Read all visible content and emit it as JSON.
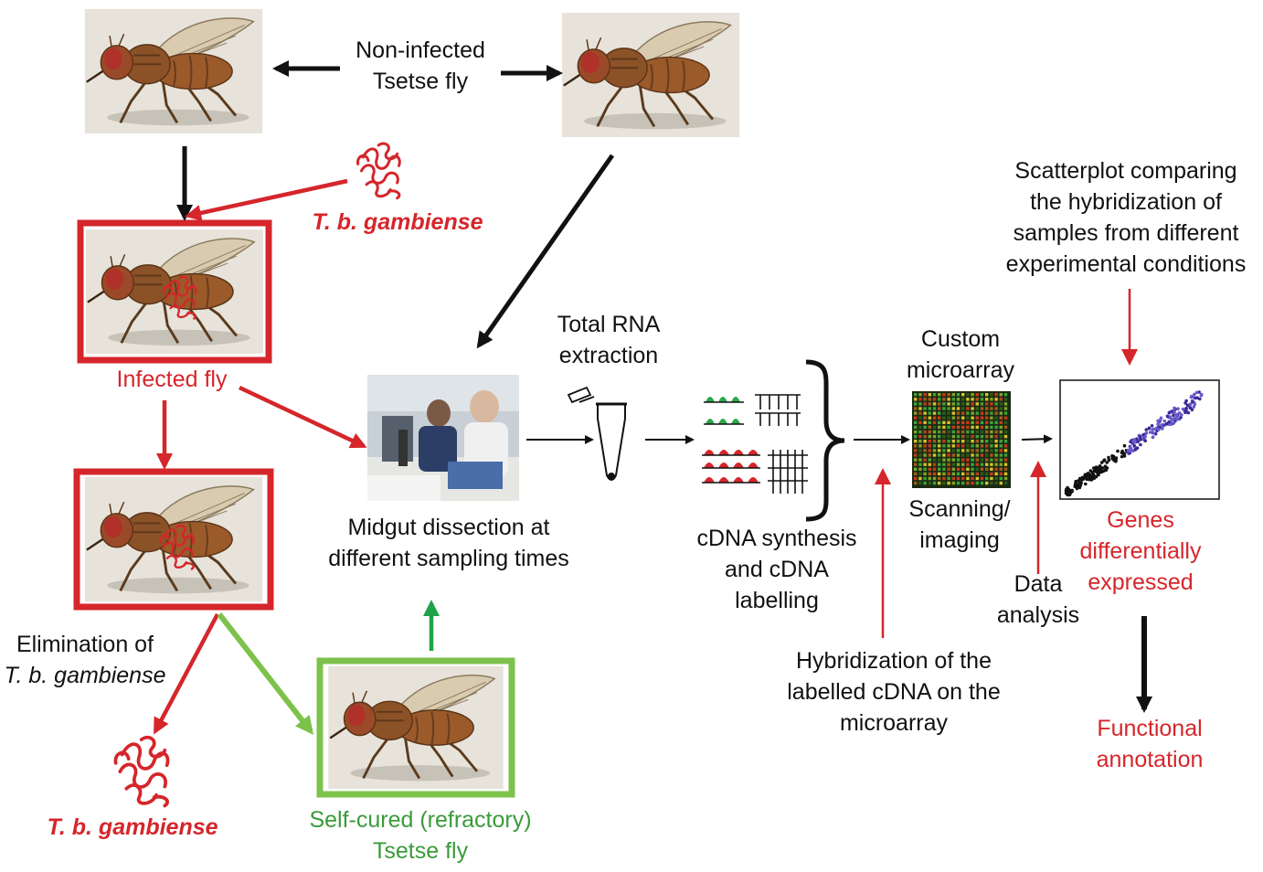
{
  "colors": {
    "red": "#d5262b",
    "green": "#7dc24b",
    "green_text": "#3a9b3a",
    "black": "#111111"
  },
  "labels": {
    "non_infected": [
      "Non-infected",
      "Tsetse fly"
    ],
    "tbg_top": "T. b. gambiense",
    "infected": "Infected fly",
    "elimination": [
      "Elimination of",
      "T. b. gambiense"
    ],
    "tbg_bottom": "T. b. gambiense",
    "self_cured": [
      "Self-cured (refractory)",
      "Tsetse fly"
    ],
    "midgut": [
      "Midgut dissection at",
      "different sampling times"
    ],
    "total_rna": [
      "Total RNA",
      "extraction"
    ],
    "cdna": [
      "cDNA synthesis",
      "and cDNA",
      "labelling"
    ],
    "custom_microarray": [
      "Custom",
      "microarray"
    ],
    "scanning": [
      "Scanning/",
      "imaging"
    ],
    "hybridization": [
      "Hybridization of the",
      "labelled cDNA on the",
      "microarray"
    ],
    "data_analysis": [
      "Data",
      "analysis"
    ],
    "scatterplot": [
      "Scatterplot comparing",
      "the hybridization of",
      "samples from different",
      "experimental conditions"
    ],
    "genes": [
      "Genes",
      "differentially",
      "expressed"
    ],
    "functional": [
      "Functional",
      "annotation"
    ]
  },
  "icons": [
    "fly-illustration-icon",
    "trypanosome-icon",
    "lab-photo-icon",
    "microtube-icon",
    "cdna-probes-icon",
    "microarray-chip-icon",
    "scatterplot-icon"
  ]
}
